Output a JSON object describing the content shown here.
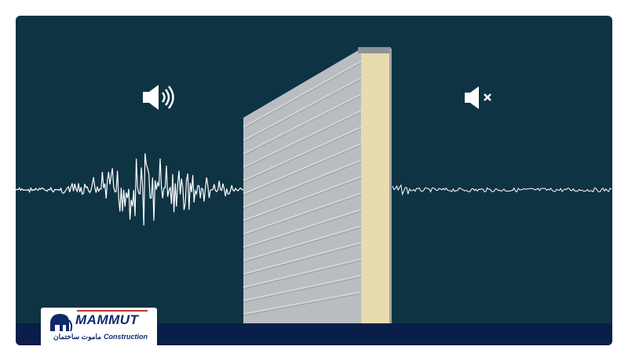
{
  "colors": {
    "background": "#0e3343",
    "wave": "#ffffff",
    "panel_face": "#b8bcc0",
    "panel_core": "#e9dcae",
    "brand": "#0f2a6b",
    "band": "#0a1e4a"
  },
  "icons": {
    "left": "speaker-sound-icon",
    "right": "speaker-muted-icon"
  },
  "logo": {
    "brand": "MAMMUT",
    "subtitle": "Construction",
    "persian": "ماموت ساختمان"
  }
}
